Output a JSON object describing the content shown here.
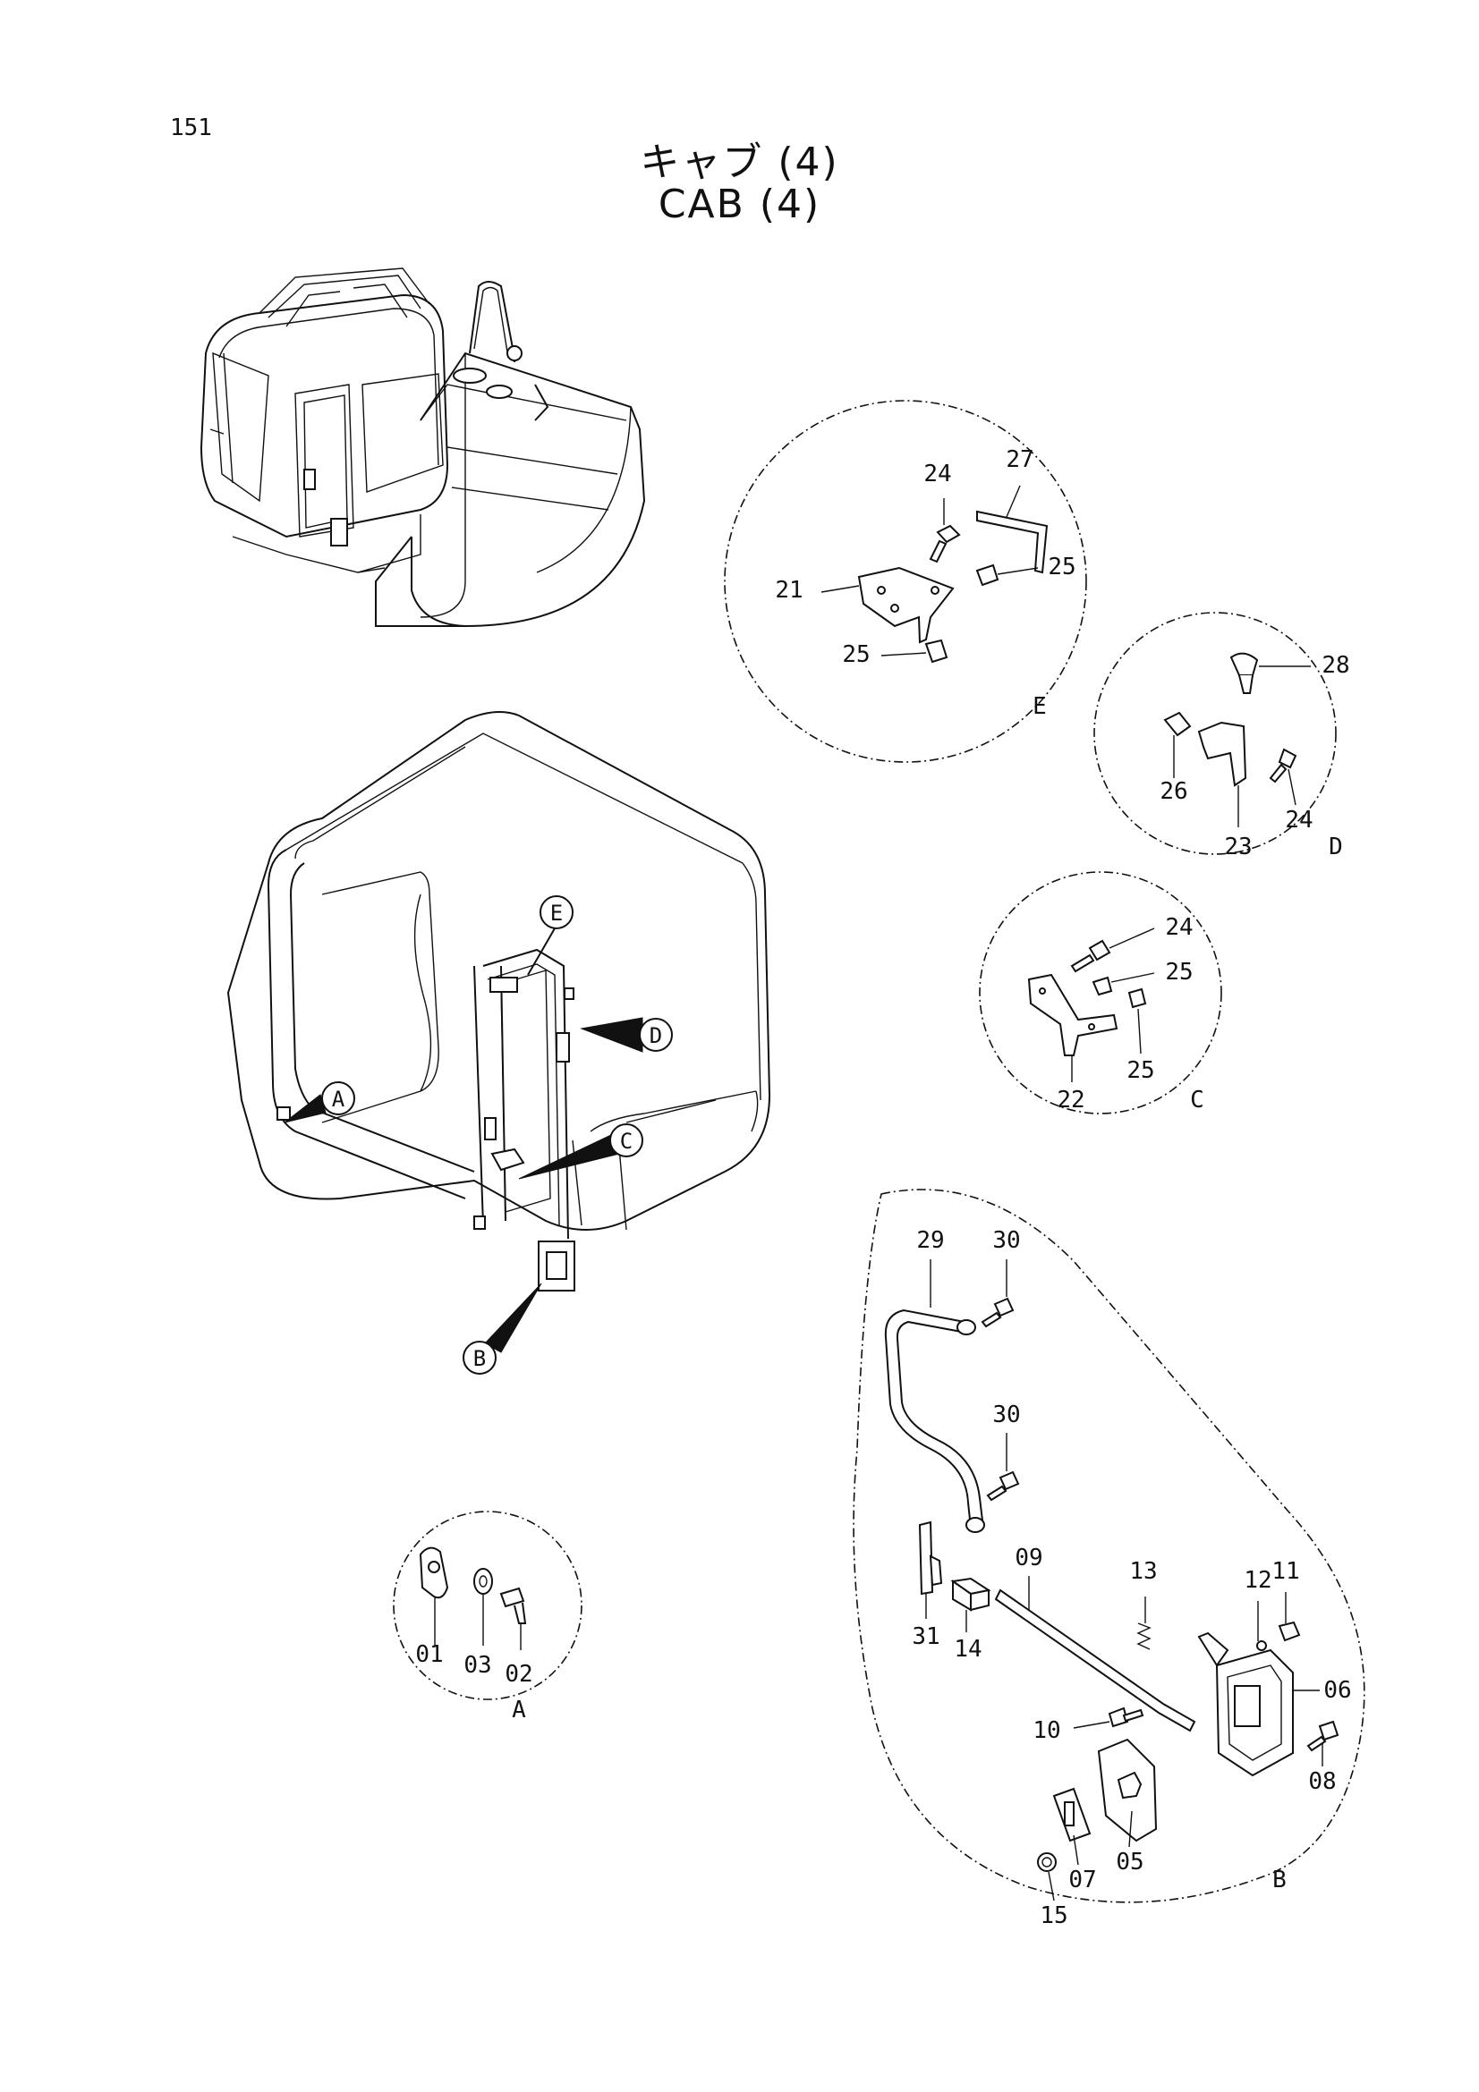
{
  "header": {
    "page_number": "151",
    "title_jp": "キャブ (4)",
    "title_en": "CAB (4)"
  },
  "callouts": {
    "A": "A",
    "B": "B",
    "C": "C",
    "D": "D",
    "E": "E"
  },
  "detail_E": {
    "label": "E",
    "parts": [
      "24",
      "27",
      "21",
      "25",
      "25"
    ]
  },
  "detail_D": {
    "label": "D",
    "parts": [
      "28",
      "26",
      "23",
      "24"
    ]
  },
  "detail_C": {
    "label": "C",
    "parts": [
      "24",
      "25",
      "22",
      "25"
    ]
  },
  "detail_A": {
    "label": "A",
    "parts": [
      "01",
      "03",
      "02"
    ]
  },
  "detail_B": {
    "label": "B",
    "parts": [
      "29",
      "30",
      "30",
      "09",
      "13",
      "12",
      "11",
      "31",
      "14",
      "06",
      "10",
      "08",
      "05",
      "07",
      "15"
    ]
  }
}
